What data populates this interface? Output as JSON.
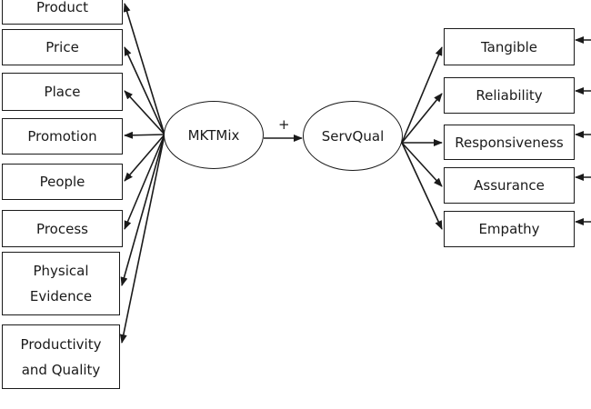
{
  "mktmix": {
    "label": "MKTMix",
    "items": [
      "Product",
      "Price",
      "Place",
      "Promotion",
      "People",
      "Process",
      "Physical Evidence",
      "Productivity and Quality"
    ]
  },
  "servqual": {
    "label": "ServQual",
    "items": [
      "Tangible",
      "Reliability",
      "Responsiveness",
      "Assurance",
      "Empathy"
    ]
  },
  "relation_symbol": "+",
  "caption": "",
  "line_color": "#1a1a1a"
}
